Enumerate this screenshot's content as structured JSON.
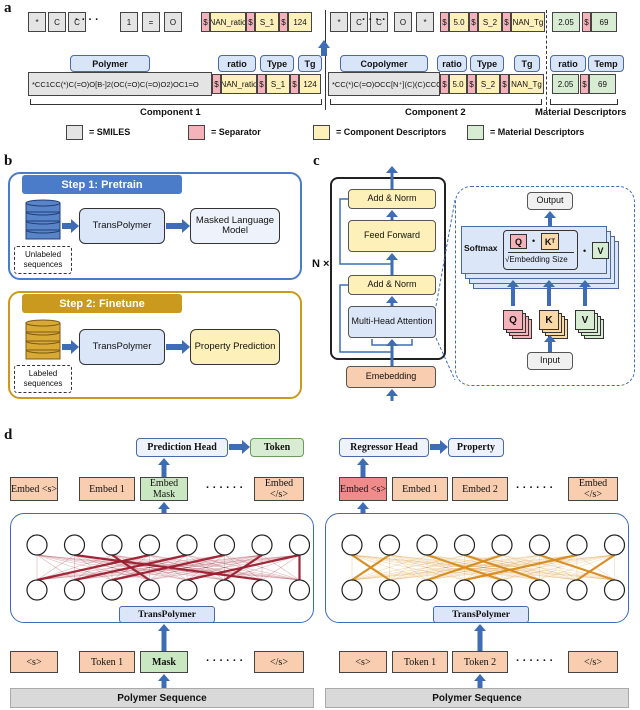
{
  "panel_a": {
    "letter": "a",
    "top_tokens_c1": [
      "*",
      "C",
      "C",
      "1",
      "=",
      "O",
      "$",
      "NAN_ratio",
      "$",
      "S_1",
      "$",
      "124"
    ],
    "top_tokens_c2": [
      "*",
      "C",
      "C",
      "O",
      "*",
      "$",
      "5.0",
      "$",
      "S_2",
      "$",
      "NAN_Tg"
    ],
    "top_tokens_md": [
      "2.05",
      "$",
      "69"
    ],
    "dots": "· · · ·",
    "labels_c1": [
      "Polymer",
      "ratio",
      "Type",
      "Tg"
    ],
    "labels_c2": [
      "Copolymer",
      "ratio",
      "Type",
      "Tg"
    ],
    "labels_md": [
      "ratio",
      "Temp"
    ],
    "seq_c1": {
      "smiles": "*CC1CC(*)C(=O)O[B-]2(OC(=O)C(=O)O2)OC1=O",
      "ratio": "NAN_ratio",
      "type": "S_1",
      "tg": "124"
    },
    "seq_c2": {
      "smiles": "*CC(*)C(=O)OCC[N⁺](C)(C)CCC(=O)[O⁻]",
      "ratio": "5.0",
      "type": "S_2",
      "tg": "NAN_Tg"
    },
    "seq_md": [
      "2.05",
      "69"
    ],
    "separator": "$",
    "component1": "Component 1",
    "component2": "Component 2",
    "material_desc": "Material Descriptors",
    "legend": [
      "= SMILES",
      "= Separator",
      "= Component Descriptors",
      "= Material Descriptors"
    ]
  },
  "panel_b": {
    "letter": "b",
    "step1": "Step 1: Pretrain",
    "step2": "Step 2: Finetune",
    "unlabeled": "Unlabeled sequences",
    "labeled": "Labeled sequences",
    "model": "TransPolymer",
    "mlm": "Masked Language Model",
    "prop": "Property Prediction"
  },
  "panel_c": {
    "letter": "c",
    "nx": "N ×",
    "add_norm": "Add & Norm",
    "ffn": "Feed Forward",
    "mha": "Multi-Head Attention",
    "embed": "Emebedding",
    "output": "Output",
    "softmax": "Softmax",
    "q": "Q",
    "k": "K",
    "kt": "K",
    "t": "T",
    "v": "V",
    "emb_size": "Embedding Size",
    "input": "Input",
    "dot": "•"
  },
  "panel_d": {
    "letter": "d",
    "pred_head": "Prediction Head",
    "token_out": "Token",
    "reg_head": "Regressor Head",
    "property_out": "Property",
    "left_embeds": [
      "Embed <s>",
      "Embed 1",
      "Embed Mask",
      "Embed </s>"
    ],
    "right_embeds": [
      "Embed <s>",
      "Embed 1",
      "Embed 2",
      "Embed </s>"
    ],
    "left_tokens": [
      "<s>",
      "Token 1",
      "Mask",
      "</s>"
    ],
    "right_tokens": [
      "<s>",
      "Token 1",
      "Token 2",
      "</s>"
    ],
    "model": "TransPolymer",
    "seq": "Polymer Sequence",
    "dots": "· · ·  · · ·"
  },
  "colors": {
    "blue_arrow": "#3e6db5",
    "step1": "#4a7cc9",
    "step2": "#c99a1d",
    "token_orange": "#f8cdb0",
    "mask_green": "#c9e7c0",
    "embed_red": "#f08b8b",
    "left_edges": "#9b1c2e",
    "right_edges": "#d78a1a"
  }
}
